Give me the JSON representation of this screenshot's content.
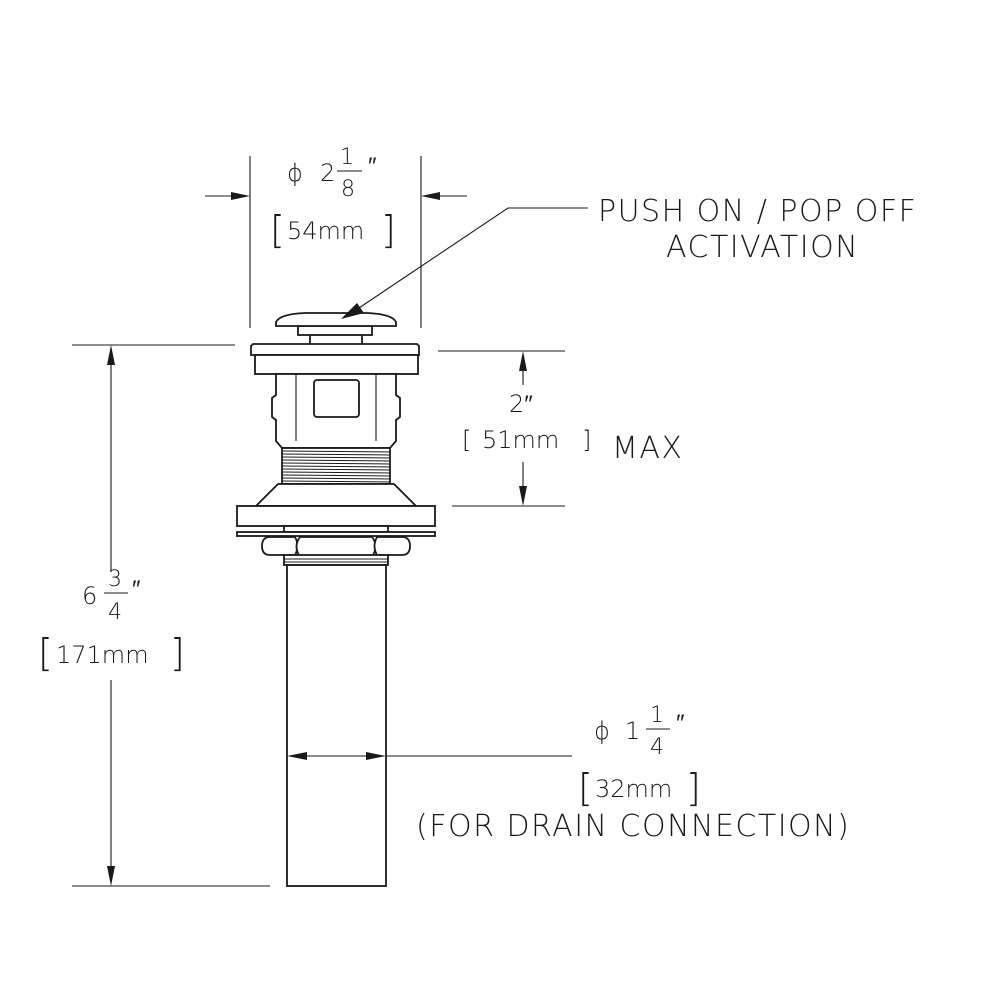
{
  "callout": {
    "line1": "PUSH ON / POP OFF",
    "line2": "ACTIVATION"
  },
  "dim_cap_width": {
    "diameter_symbol": "ϕ",
    "whole": "2",
    "numerator": "1",
    "denominator": "8",
    "inch": "″",
    "mm": "54mm"
  },
  "dim_max": {
    "value": "2″",
    "mm": "51mm",
    "suffix": "MAX"
  },
  "dim_total_height": {
    "whole": "6",
    "numerator": "3",
    "denominator": "4",
    "inch": "″",
    "mm": "171mm"
  },
  "dim_tail": {
    "diameter_symbol": "ϕ",
    "whole": "1",
    "numerator": "1",
    "denominator": "4",
    "inch": "″",
    "mm": "32mm",
    "note": "(FOR DRAIN CONNECTION)"
  }
}
